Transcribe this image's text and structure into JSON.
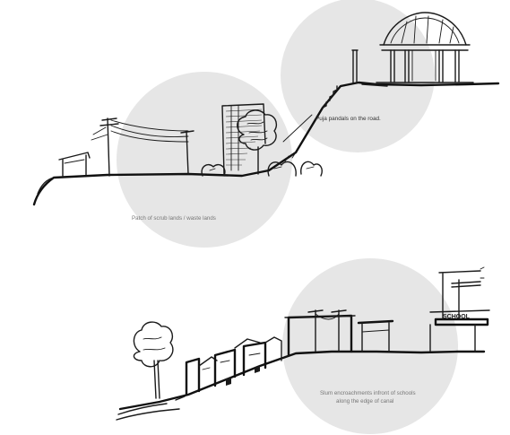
{
  "annotations": {
    "puja_pandals": "Puja pandals on the road.",
    "scrub_lands": "Patch of scrub lands / waste lands",
    "slum_line1": "Slum encroachments infront of schools",
    "slum_line2": "along the edge of canal"
  },
  "signage": {
    "school": "SCHOOL"
  },
  "colors": {
    "highlight_circle": "#e6e6e6",
    "ink": "#1a1a1a",
    "label_text": "#777777"
  }
}
